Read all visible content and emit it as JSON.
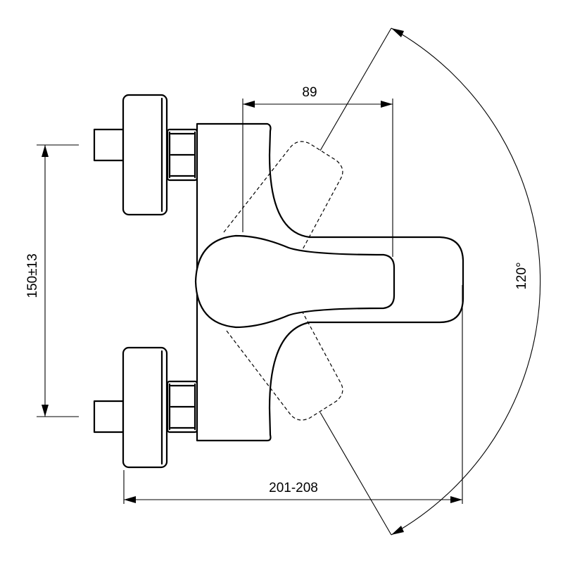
{
  "dimensions": {
    "lever_width": "89",
    "inlet_spacing": "150±13",
    "overall_depth": "201-208",
    "lever_rotation": "120°"
  }
}
